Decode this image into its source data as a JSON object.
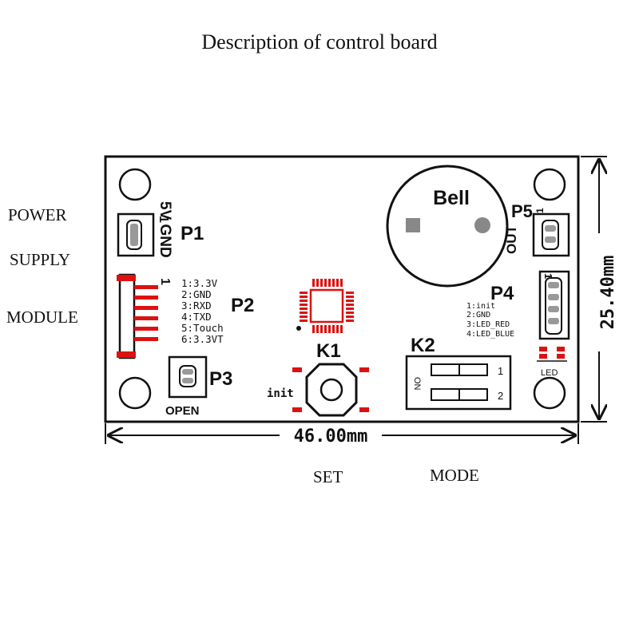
{
  "title": "Description of control board",
  "left_labels": {
    "power": "POWER",
    "supply": "SUPPLY",
    "module": "MODULE"
  },
  "bottom_labels": {
    "set": "SET",
    "mode": "MODE"
  },
  "dimensions": {
    "width": "46.00mm",
    "height": "25.40mm"
  },
  "board": {
    "bell": "Bell",
    "p1": {
      "label": "P1",
      "pin": "1",
      "text": "5V GND"
    },
    "p2": {
      "label": "P2",
      "pin_one": "1",
      "pins": [
        "1:3.3V",
        "2:GND",
        "3:RXD",
        "4:TXD",
        "5:Touch",
        "6:3.3VT"
      ]
    },
    "p3": {
      "label": "P3",
      "text": "OPEN"
    },
    "p4": {
      "label": "P4",
      "pin_one": "1",
      "pins": [
        "1:init",
        "2:GND",
        "3:LED_RED",
        "4:LED_BLUE"
      ]
    },
    "p5": {
      "label": "P5",
      "pin": "1",
      "text": "OUT"
    },
    "k1": {
      "label": "K1",
      "text": "init"
    },
    "k2": {
      "label": "K2",
      "on": "ON",
      "sw1": "1",
      "sw2": "2"
    },
    "led": "LED"
  }
}
